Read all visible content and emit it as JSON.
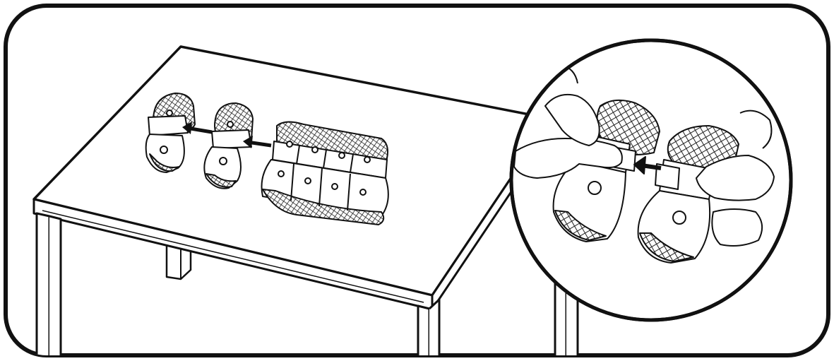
{
  "figure": {
    "scene": "table-with-pads-being-separated",
    "colors": {
      "line": "#111111",
      "fill": "#ffffff",
      "hatch": "#222222"
    },
    "icons": {
      "separation-arrow": "arrow-left",
      "detail-callout": "magnifier-circle"
    }
  }
}
